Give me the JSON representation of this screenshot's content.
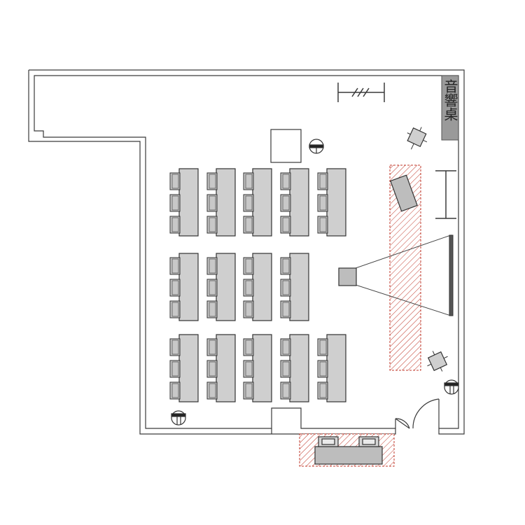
{
  "floor_plan": {
    "sound_console_label": "音響桌",
    "colors": {
      "background": "#ffffff",
      "wall": "#3a3a3a",
      "furniture_fill": "#cfcfcf",
      "chair_fill": "#c8c8c8",
      "stage_hatch": "#c0392b",
      "console_fill": "#9a9a9a"
    },
    "seating": {
      "rows": 3,
      "desk_groups_per_row": [
        5,
        4,
        5
      ],
      "seats_per_group": 3
    },
    "icons": [
      "speaker-icon",
      "pillar-icon",
      "door-icon",
      "projector-icon",
      "screen-icon",
      "whiteboard-icon"
    ]
  }
}
